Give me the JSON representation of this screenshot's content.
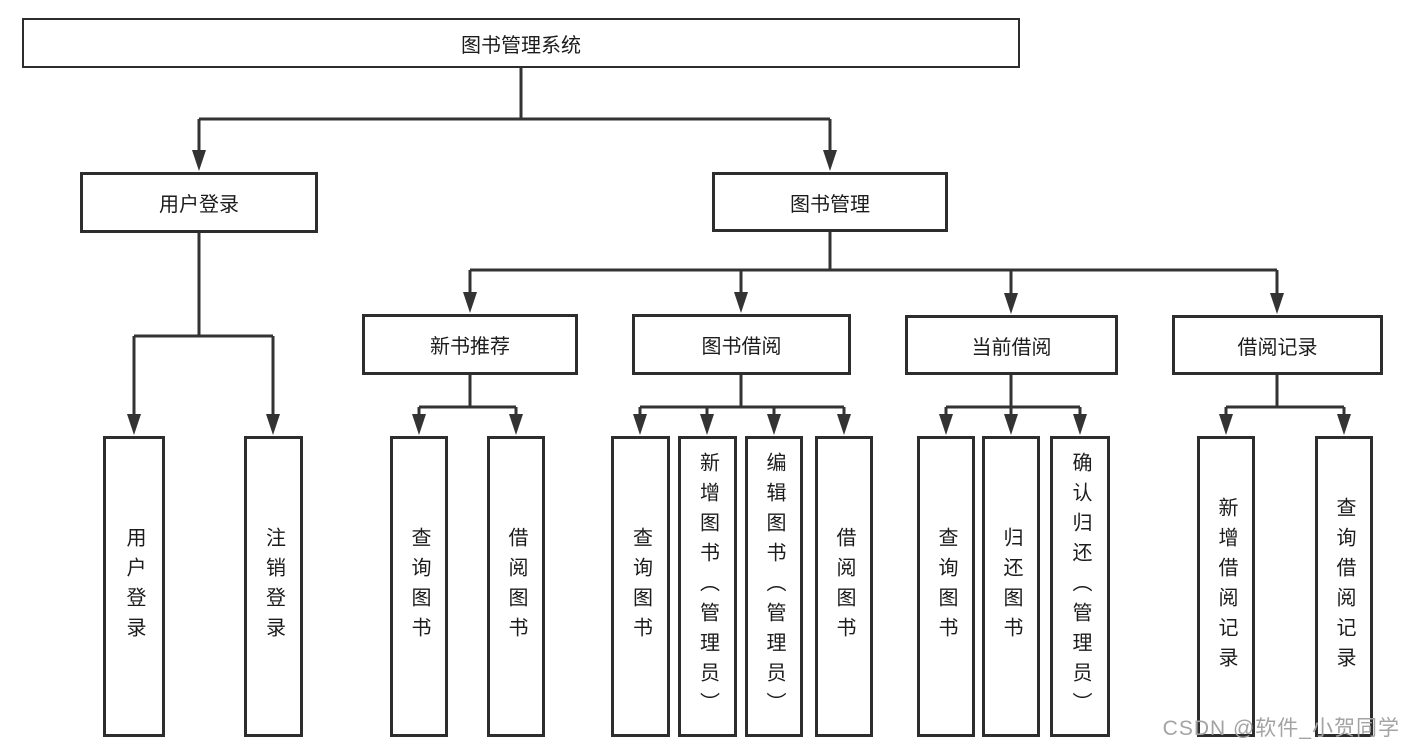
{
  "colors": {
    "line": "#333333",
    "box_border": "#2d2d2d",
    "text": "#1c1c1c",
    "background": "#ffffff",
    "watermark": "#a3a3a3"
  },
  "watermark": {
    "text": "CSDN @软件_小贺同学"
  },
  "tree": {
    "label": "图书管理系统",
    "children": [
      {
        "label": "用户登录",
        "children": [
          {
            "label": "用户登录"
          },
          {
            "label": "注销登录"
          }
        ]
      },
      {
        "label": "图书管理",
        "children": [
          {
            "label": "新书推荐",
            "children": [
              {
                "label": "查询图书"
              },
              {
                "label": "借阅图书"
              }
            ]
          },
          {
            "label": "图书借阅",
            "children": [
              {
                "label": "查询图书"
              },
              {
                "label": "新增图书（管理员）"
              },
              {
                "label": "编辑图书（管理员）"
              },
              {
                "label": "借阅图书"
              }
            ]
          },
          {
            "label": "当前借阅",
            "children": [
              {
                "label": "查询图书"
              },
              {
                "label": "归还图书"
              },
              {
                "label": "确认归还（管理员）"
              }
            ]
          },
          {
            "label": "借阅记录",
            "children": [
              {
                "label": "新增借阅记录"
              },
              {
                "label": "查询借阅记录"
              }
            ]
          }
        ]
      }
    ]
  }
}
